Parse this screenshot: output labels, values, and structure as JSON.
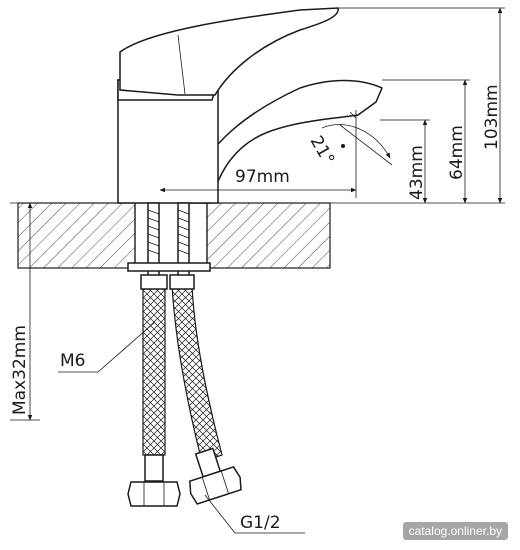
{
  "dimensions": {
    "reach": "97mm",
    "spout_height": "43mm",
    "mid_height": "64mm",
    "total_height": "103mm",
    "max_thickness": "Max32mm",
    "rotation_angle": "21°"
  },
  "callouts": {
    "stud_thread": "M6",
    "hose_thread": "G1/2"
  },
  "watermark": "catalog.onliner.by"
}
